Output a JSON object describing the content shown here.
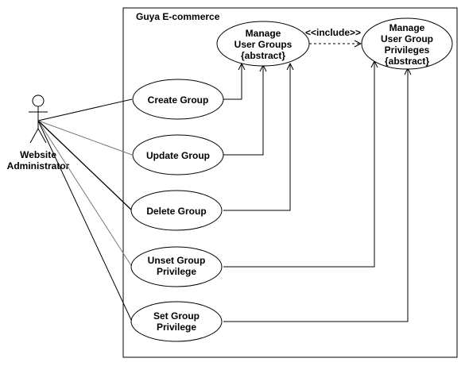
{
  "system": {
    "title": "Guya E-commerce"
  },
  "actor": {
    "name_line1": "Website",
    "name_line2": "Administrator"
  },
  "use_cases": {
    "manage_user_groups": {
      "line1": "Manage",
      "line2": "User Groups",
      "line3": "{abstract}"
    },
    "manage_privileges": {
      "line1": "Manage",
      "line2": "User Group",
      "line3": "Privileges",
      "line4": "{abstract}"
    },
    "create_group": {
      "line1": "Create Group"
    },
    "update_group": {
      "line1": "Update Group"
    },
    "delete_group": {
      "line1": "Delete Group"
    },
    "unset_privilege": {
      "line1": "Unset Group",
      "line2": "Privilege"
    },
    "set_privilege": {
      "line1": "Set Group",
      "line2": "Privilege"
    }
  },
  "relations": {
    "include_label": "<<include>>"
  }
}
